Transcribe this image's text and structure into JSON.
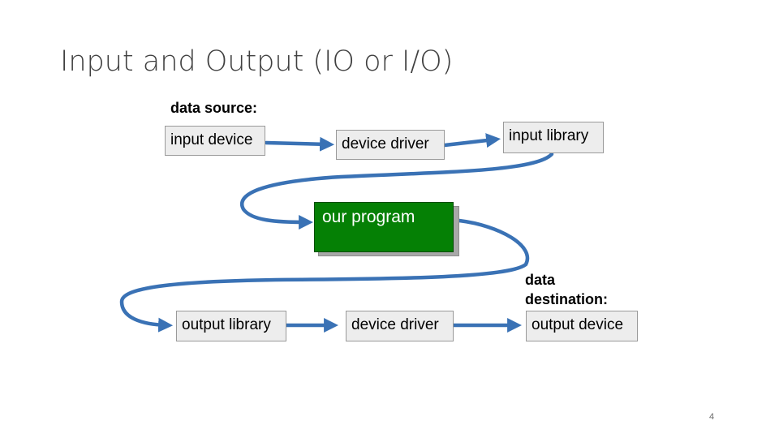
{
  "slide": {
    "title": "Input and Output (IO or I/O)",
    "page_number": "4"
  },
  "labels": {
    "data_source": "data source:",
    "data_destination_line1": "data",
    "data_destination_line2": "destination:"
  },
  "boxes": {
    "input_device": "input device",
    "device_driver_top": "device driver",
    "input_library": "input library",
    "our_program": "our program",
    "output_library": "output library",
    "device_driver_bottom": "device driver",
    "output_device": "output device"
  },
  "colors": {
    "arrow": "#3a72b5",
    "program_fill": "#058005",
    "box_fill": "#ededed"
  }
}
